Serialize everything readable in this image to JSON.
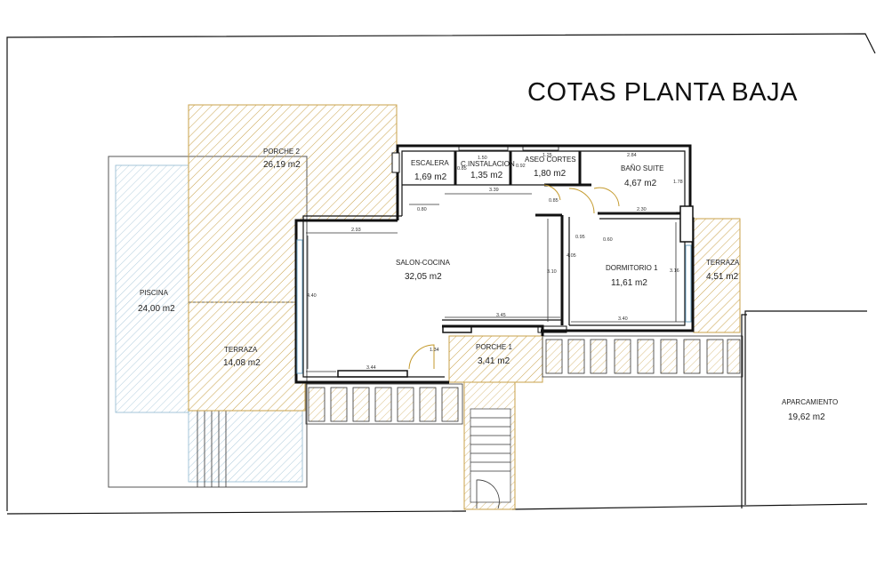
{
  "title": "COTAS PLANTA BAJA",
  "rooms": {
    "porche2": {
      "name": "PORCHE 2",
      "area": "26,19 m2"
    },
    "piscina": {
      "name": "PISCINA",
      "area": "24,00 m2"
    },
    "terraza_left": {
      "name": "TERRAZA",
      "area": "14,08 m2"
    },
    "escalera": {
      "name": "ESCALERA",
      "area": "1,69 m2"
    },
    "instalacion": {
      "name": "C.INSTALACION",
      "area": "1,35 m2"
    },
    "aseo": {
      "name": "ASEO CORTES",
      "area": "1,80 m2"
    },
    "bano": {
      "name": "BAÑO SUITE",
      "area": "4,67 m2"
    },
    "salon": {
      "name": "SALON-COCINA",
      "area": "32,05 m2"
    },
    "dormitorio": {
      "name": "DORMITORIO 1",
      "area": "11,61 m2"
    },
    "terraza_right": {
      "name": "TERRAZA",
      "area": "4,51 m2"
    },
    "porche1": {
      "name": "PORCHE 1",
      "area": "3,41 m2"
    },
    "aparcamiento": {
      "name": "APARCAMIENTO",
      "area": "19,62 m2"
    }
  },
  "dimensions": {
    "d_150": "1.50",
    "d_085a": "0.85",
    "d_125": "1.25",
    "d_092": "0.92",
    "d_284": "2.84",
    "d_339": "3.39",
    "d_178": "1.78",
    "d_080": "0.80",
    "d_085b": "0.85",
    "d_230": "2.30",
    "d_293": "2.93",
    "d_405": "4.05",
    "d_095": "0.95",
    "d_060": "0.60",
    "d_440": "4.40",
    "d_310": "3.10",
    "d_316": "3.16",
    "d_345": "3.45",
    "d_340": "3.40",
    "d_134": "1.34",
    "d_344": "3.44"
  },
  "colors": {
    "hatch_ochre": "#c9a24a",
    "pool_blue": "#8fb8cf",
    "wall": "#111111"
  }
}
